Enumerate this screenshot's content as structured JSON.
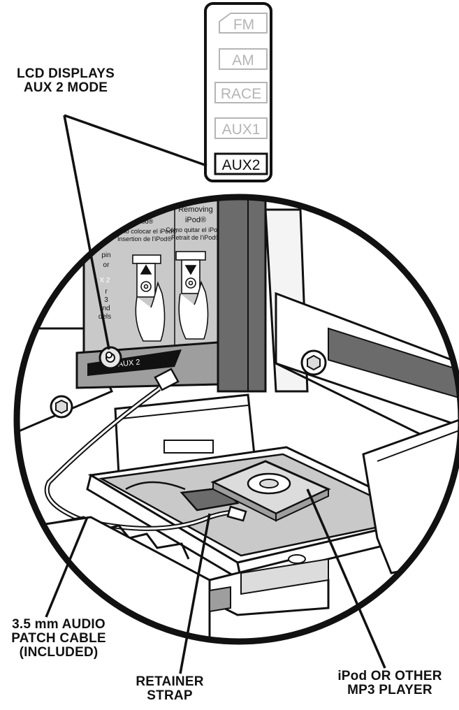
{
  "lcd": {
    "modes": [
      {
        "label": "FM",
        "active": false
      },
      {
        "label": "AM",
        "active": false
      },
      {
        "label": "RACE",
        "active": false
      },
      {
        "label": "AUX1",
        "active": false
      },
      {
        "label": "AUX2",
        "active": true
      }
    ]
  },
  "callouts": {
    "lcd": [
      "LCD DISPLAYS",
      "AUX 2 MODE"
    ],
    "cable": [
      "3.5 mm AUDIO",
      "PATCH CABLE",
      "(INCLUDED)"
    ],
    "strap": [
      "RETAINER",
      "STRAP"
    ],
    "player": [
      "iPod OR OTHER",
      "MP3 PLAYER"
    ]
  },
  "placard": {
    "col1": [
      "iPod®",
      "Cómo colocar el iPod®",
      "Insertion de l'iPod®"
    ],
    "col2": [
      "Removing",
      "iPod®",
      "Cómo quitar el iPod®",
      "Retrait de l'iPod®"
    ],
    "left_frag": [
      "pin",
      "or",
      "X 2",
      "r",
      "3",
      "nd",
      "dels"
    ],
    "port_label": "AUX 2"
  },
  "colors": {
    "ink": "#111111",
    "panel_gray": "#c9c9c9",
    "dark_gray": "#6b6b6b",
    "mid_gray": "#9e9e9e",
    "light_gray": "#dcdcdc",
    "lcd_inactive": "#b5b5b5"
  }
}
